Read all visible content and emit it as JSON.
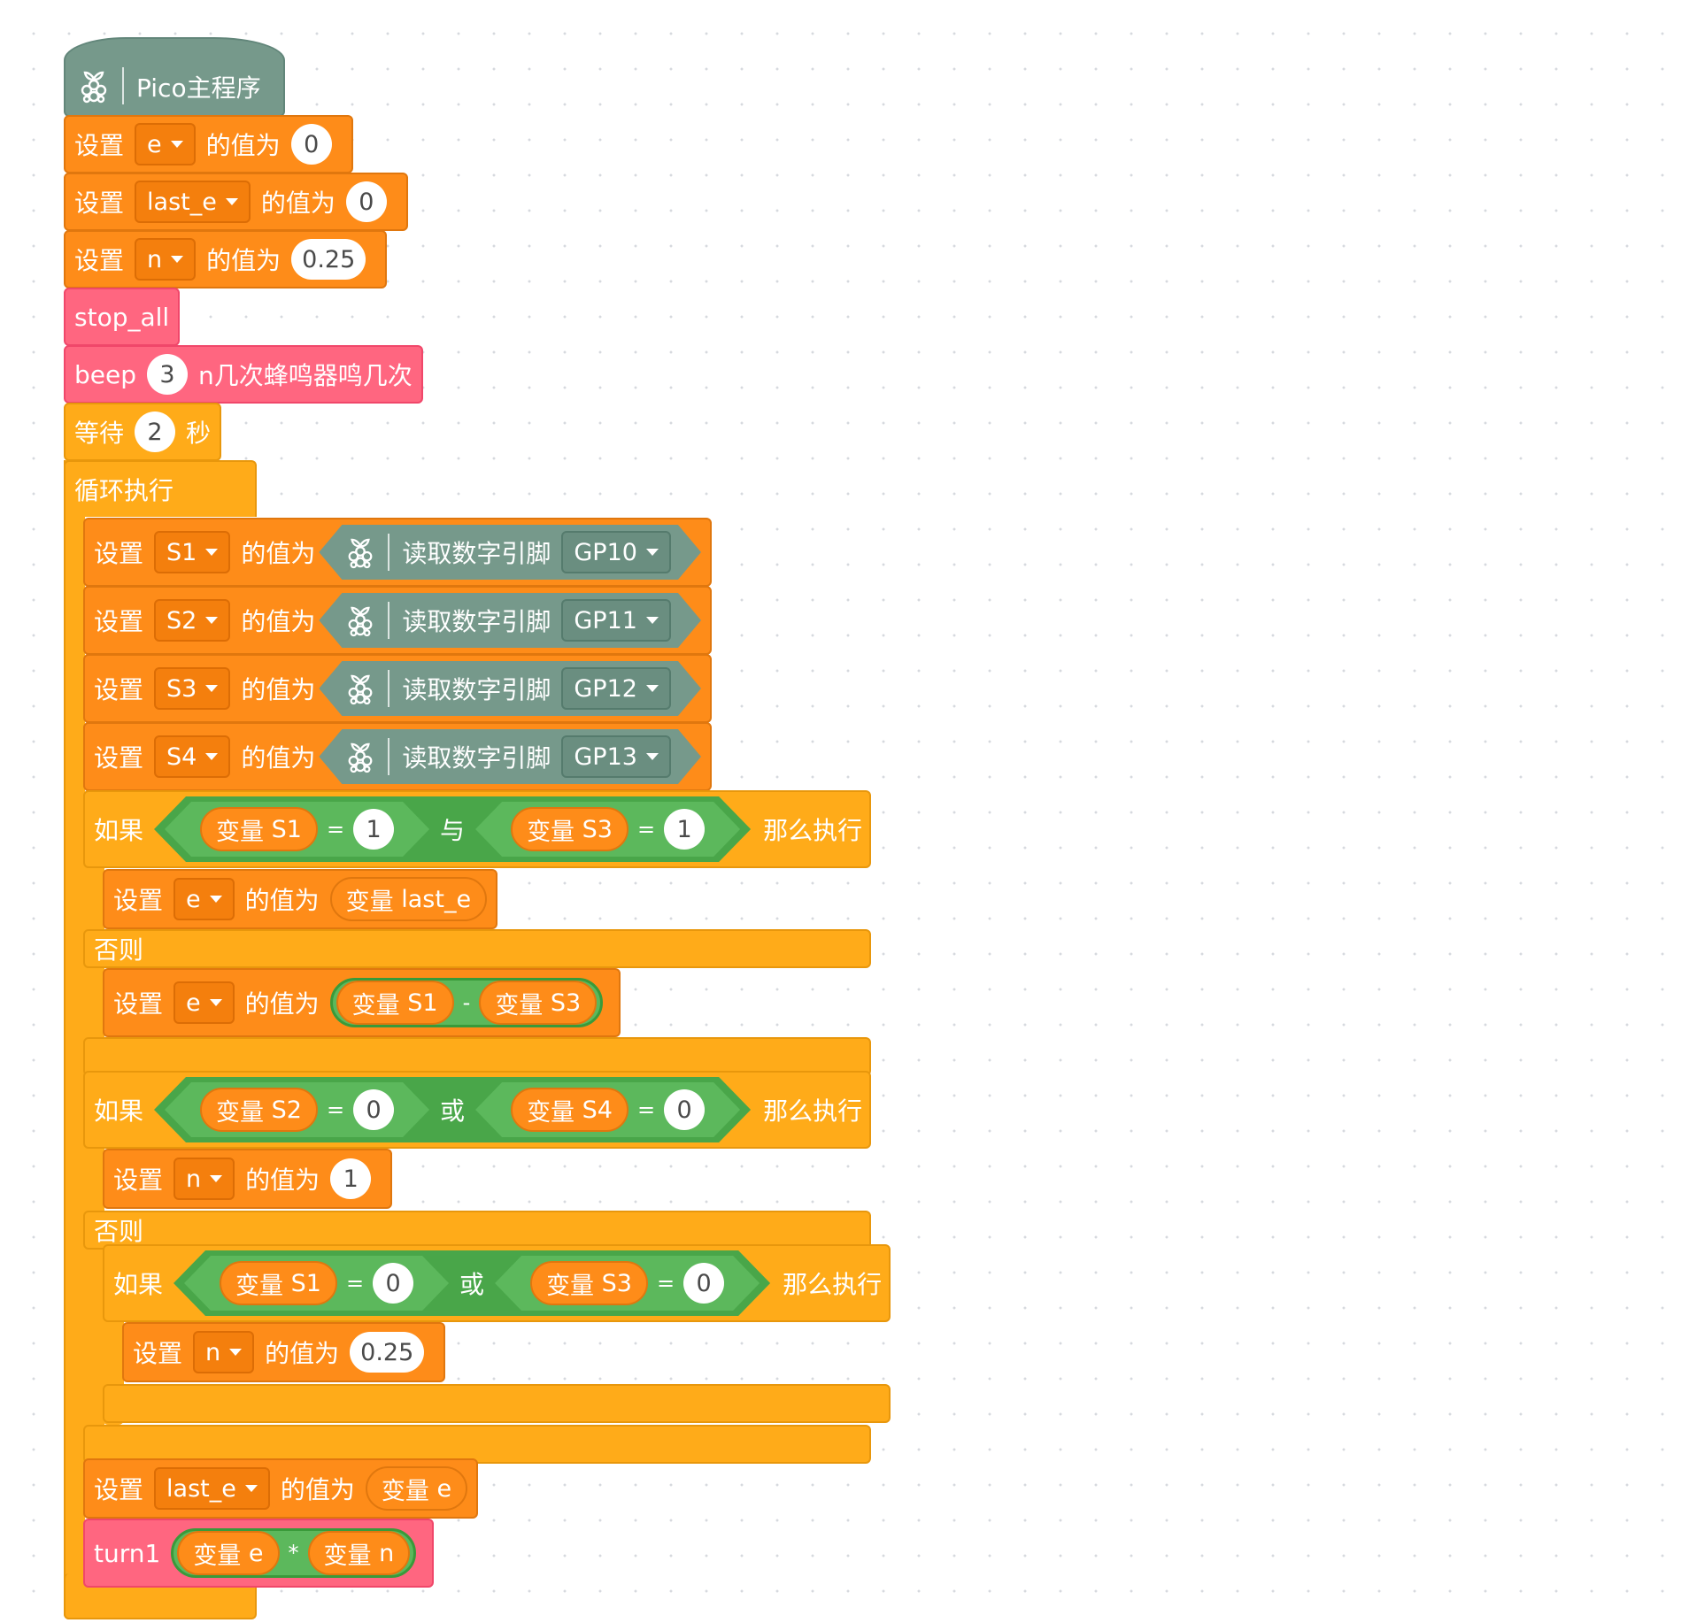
{
  "program": {
    "hat_label": "Pico主程序",
    "kw_set": "设置",
    "kw_value_of": "的值为",
    "kw_var": "变量",
    "stmt1": {
      "var": "e",
      "value": "0"
    },
    "stmt2": {
      "var": "last_e",
      "value": "0"
    },
    "stmt3": {
      "var": "n",
      "value": "0.25"
    },
    "stop_label": "stop_all",
    "beep": {
      "label": "beep",
      "count": "3",
      "suffix": "n几次蜂鸣器鸣几次"
    },
    "wait": {
      "label": "等待",
      "value": "2",
      "unit": "秒"
    },
    "forever_label": "循环执行",
    "reads": [
      {
        "var": "S1",
        "op_label": "读取数字引脚",
        "pin": "GP10"
      },
      {
        "var": "S2",
        "op_label": "读取数字引脚",
        "pin": "GP11"
      },
      {
        "var": "S3",
        "op_label": "读取数字引脚",
        "pin": "GP12"
      },
      {
        "var": "S4",
        "op_label": "读取数字引脚",
        "pin": "GP13"
      }
    ],
    "if1": {
      "kw_if": "如果",
      "kw_then": "那么执行",
      "kw_else": "否则",
      "left_var": "S1",
      "left_val": "1",
      "logic": "与",
      "right_var": "S3",
      "right_val": "1",
      "eq": "=",
      "then_var": "e",
      "then_src": "last_e",
      "else_var": "e",
      "else_a": "S1",
      "else_op": "-",
      "else_b": "S3"
    },
    "if2": {
      "kw_if": "如果",
      "kw_then": "那么执行",
      "kw_else": "否则",
      "left_var": "S2",
      "left_val": "0",
      "logic": "或",
      "right_var": "S4",
      "right_val": "0",
      "eq": "=",
      "then_var": "n",
      "then_val": "1"
    },
    "if3": {
      "kw_if": "如果",
      "kw_then": "那么执行",
      "left_var": "S1",
      "left_val": "0",
      "logic": "或",
      "right_var": "S3",
      "right_val": "0",
      "eq": "=",
      "then_var": "n",
      "then_val": "0.25"
    },
    "last_set": {
      "var": "last_e",
      "src": "e"
    },
    "turn": {
      "label": "turn1",
      "a": "e",
      "op": "*",
      "b": "n"
    }
  },
  "colors": {
    "motion_orange": "#fe8c19",
    "control_yellow": "#ffab19",
    "custom_pink": "#ff6680",
    "pico_teal": "#76998b",
    "operator_green": "#5cb85c",
    "background": "#ffffff"
  },
  "icons": {
    "board": "raspberry-pi-icon",
    "dropdown": "dropdown-caret-icon"
  }
}
